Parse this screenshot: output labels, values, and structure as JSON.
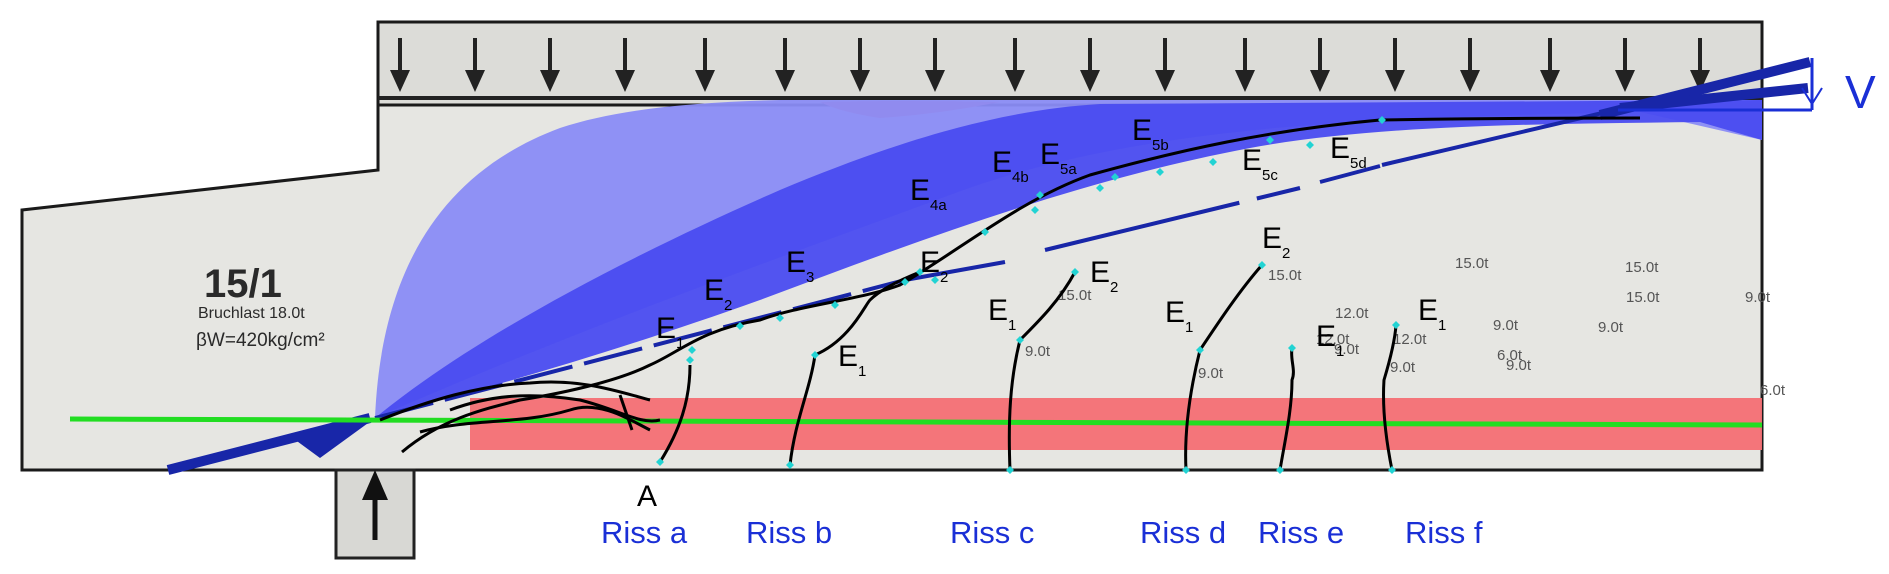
{
  "specimen": {
    "id": "15/1",
    "line1": "Bruchlast 18.0t",
    "line2": "βW=420kg/cm²"
  },
  "force_label": "V",
  "point_label": "A",
  "cracks": [
    {
      "key": "a",
      "label": "Riss a"
    },
    {
      "key": "b",
      "label": "Riss b"
    },
    {
      "key": "c",
      "label": "Riss c"
    },
    {
      "key": "d",
      "label": "Riss d"
    },
    {
      "key": "e",
      "label": "Riss e"
    },
    {
      "key": "f",
      "label": "Riss f"
    }
  ],
  "stage_labels": [
    {
      "base": "E",
      "sub": "1"
    },
    {
      "base": "E",
      "sub": "2"
    },
    {
      "base": "E",
      "sub": "3"
    },
    {
      "base": "E",
      "sub": "2"
    },
    {
      "base": "E",
      "sub": "1"
    },
    {
      "base": "E",
      "sub": "4a"
    },
    {
      "base": "E",
      "sub": "4b"
    },
    {
      "base": "E",
      "sub": "5a"
    },
    {
      "base": "E",
      "sub": "5b"
    },
    {
      "base": "E",
      "sub": "5c"
    },
    {
      "base": "E",
      "sub": "5d"
    },
    {
      "base": "E",
      "sub": "1"
    },
    {
      "base": "E",
      "sub": "2"
    },
    {
      "base": "E",
      "sub": "1"
    },
    {
      "base": "E",
      "sub": "2"
    },
    {
      "base": "E",
      "sub": "1"
    },
    {
      "base": "E",
      "sub": "1"
    }
  ],
  "load_marks": [
    "15.0t",
    "15.0t",
    "9.0t",
    "15.0t",
    "9.0t",
    "12.0t",
    "9.0t",
    "15.0t",
    "12.0t",
    "9.0t",
    "9.0t",
    "9.0t",
    "6.0t",
    "15.0t",
    "9.0t",
    "9.0t",
    "6.0t",
    "12.0t"
  ],
  "colors": {
    "beam": "#e6e6e2",
    "compression_light": "#8a8cf5",
    "compression_dark": "#4a4cf0",
    "tension_zone": "#f46f74",
    "strut": "#1826a8",
    "tie": "#22dd22",
    "crack": "#000000",
    "node": "#22d3d3",
    "label_blue": "#1a2fd6"
  }
}
